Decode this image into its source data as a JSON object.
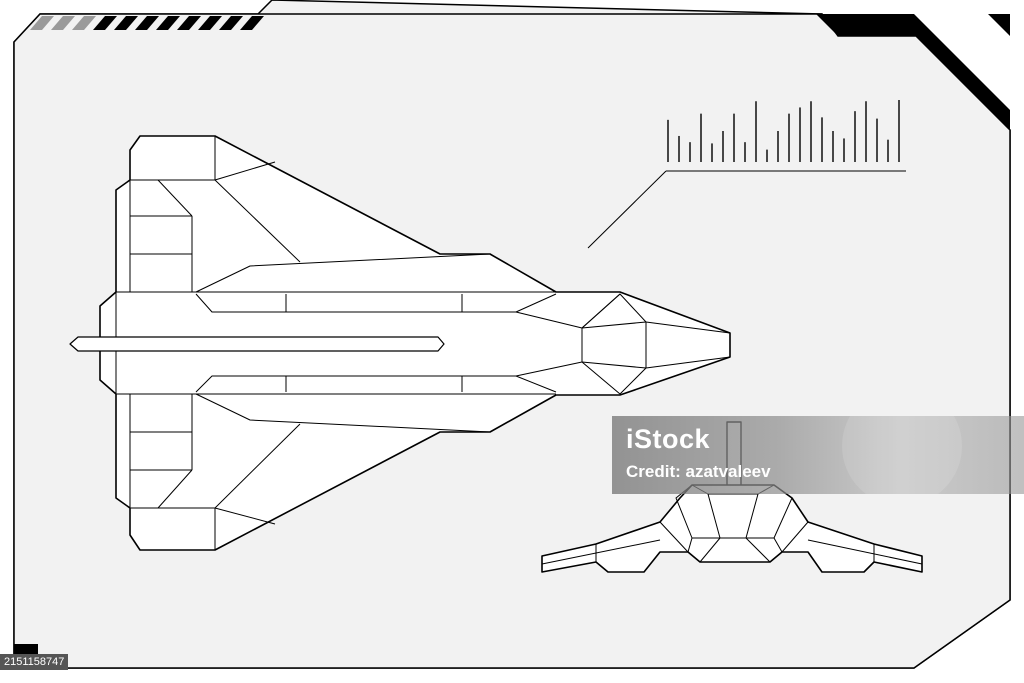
{
  "image": {
    "subject": "fighter-jet-blueprint",
    "views": [
      "top-view",
      "front-view"
    ]
  },
  "watermark": {
    "logo": "iStock",
    "credit": "Credit: azatvaleev"
  },
  "stock_id": "2151158747",
  "colors": {
    "frame": "#000000",
    "panel": "#f2f2f2",
    "stripe_light": "#9a9a9a",
    "stripe_dark": "#000000",
    "aircraft_fill": "#ffffff"
  },
  "hud_bars": [
    0.68,
    0.42,
    0.32,
    0.78,
    0.3,
    0.5,
    0.78,
    0.32,
    0.98,
    0.2,
    0.5,
    0.78,
    0.88,
    0.98,
    0.72,
    0.5,
    0.38,
    0.82,
    0.98,
    0.7,
    0.36,
    1.0
  ]
}
